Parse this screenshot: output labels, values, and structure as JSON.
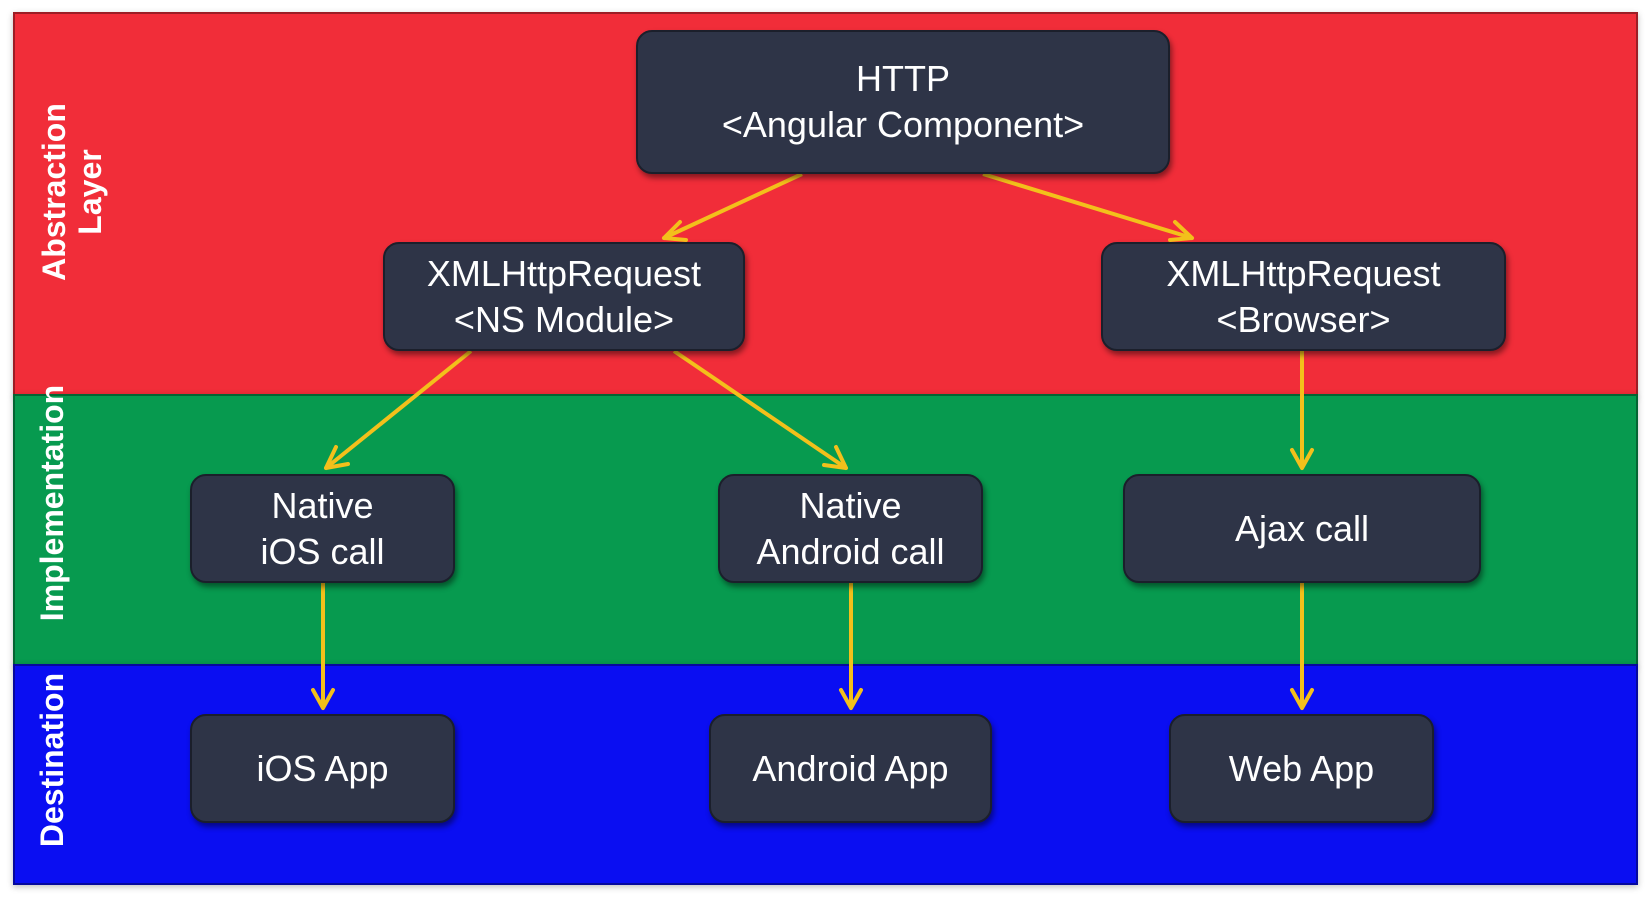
{
  "colors": {
    "abstraction": "#f12d39",
    "implementation": "#079a4f",
    "destination": "#0a0ef2",
    "node_fill": "#2e3447",
    "arrow": "#f3c01b"
  },
  "layers": {
    "abstraction": {
      "line1": "Abstraction",
      "line2": "Layer"
    },
    "implementation": {
      "line1": "Implementation"
    },
    "destination": {
      "line1": "Destination"
    }
  },
  "nodes": {
    "http": {
      "line1": "HTTP",
      "line2": "<Angular Component>"
    },
    "xhr_ns": {
      "line1": "XMLHttpRequest",
      "line2": "<NS Module>"
    },
    "xhr_browser": {
      "line1": "XMLHttpRequest",
      "line2": "<Browser>"
    },
    "native_ios": {
      "line1": "Native",
      "line2": "iOS call"
    },
    "native_android": {
      "line1": "Native",
      "line2": "Android call"
    },
    "ajax": {
      "line1": "Ajax call"
    },
    "ios_app": {
      "line1": "iOS App"
    },
    "android_app": {
      "line1": "Android App"
    },
    "web_app": {
      "line1": "Web App"
    }
  },
  "edges": [
    {
      "from": "http",
      "to": "xhr_ns"
    },
    {
      "from": "http",
      "to": "xhr_browser"
    },
    {
      "from": "xhr_ns",
      "to": "native_ios"
    },
    {
      "from": "xhr_ns",
      "to": "native_android"
    },
    {
      "from": "xhr_browser",
      "to": "ajax"
    },
    {
      "from": "native_ios",
      "to": "ios_app"
    },
    {
      "from": "native_android",
      "to": "android_app"
    },
    {
      "from": "ajax",
      "to": "web_app"
    }
  ]
}
